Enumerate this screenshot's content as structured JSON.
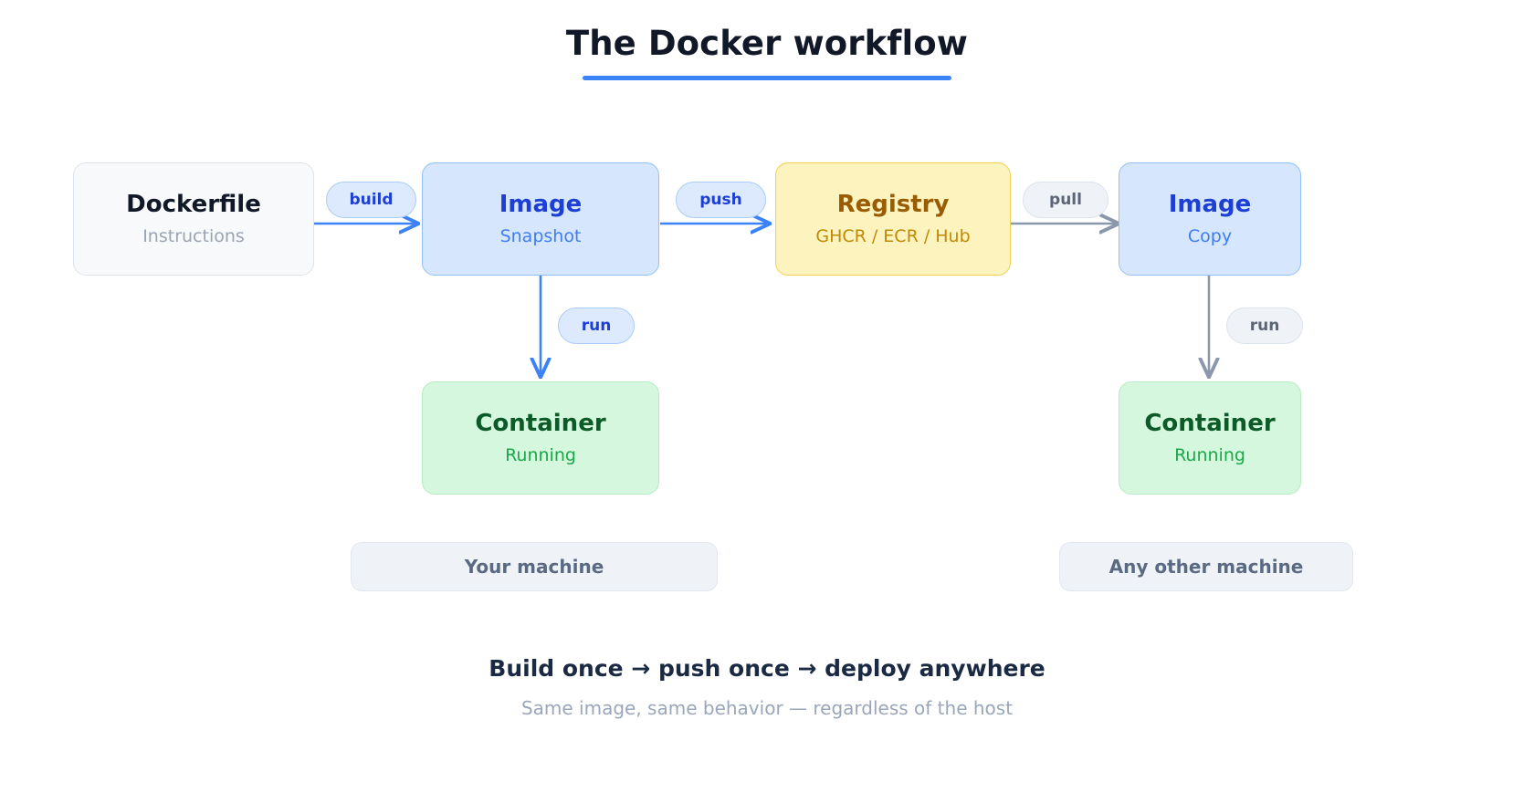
{
  "header": {
    "title": "The Docker workflow"
  },
  "colors": {
    "accent_blue": "#3b82f6",
    "edge_blue": "#3b82f6",
    "edge_gray": "#8b98ab",
    "image_fill": "#d6e6fd",
    "image_border": "#93c0f7",
    "registry_fill": "#fdf3bf",
    "registry_border": "#f0d14f",
    "container_fill": "#d5f7dd",
    "container_border": "#b8ecc6",
    "dockerfile_fill": "#f7f9fb",
    "dockerfile_border": "#dfe5ec",
    "title_text": "#111827",
    "muted_text": "#9aa7ba"
  },
  "nodes": [
    {
      "id": "dockerfile",
      "title": "Dockerfile",
      "subtitle": "Instructions"
    },
    {
      "id": "image-local",
      "title": "Image",
      "subtitle": "Snapshot"
    },
    {
      "id": "registry",
      "title": "Registry",
      "subtitle": "GHCR / ECR / Hub"
    },
    {
      "id": "image-remote",
      "title": "Image",
      "subtitle": "Copy"
    },
    {
      "id": "container-local",
      "title": "Container",
      "subtitle": "Running"
    },
    {
      "id": "container-remote",
      "title": "Container",
      "subtitle": "Running"
    }
  ],
  "edges": [
    {
      "id": "build",
      "label": "build",
      "style": "blue",
      "from": "dockerfile",
      "to": "image-local"
    },
    {
      "id": "push",
      "label": "push",
      "style": "blue",
      "from": "image-local",
      "to": "registry"
    },
    {
      "id": "pull",
      "label": "pull",
      "style": "gray",
      "from": "registry",
      "to": "image-remote"
    },
    {
      "id": "run-left",
      "label": "run",
      "style": "blue",
      "from": "image-local",
      "to": "container-local"
    },
    {
      "id": "run-right",
      "label": "run",
      "style": "gray",
      "from": "image-remote",
      "to": "container-remote"
    }
  ],
  "zones": [
    {
      "id": "your-machine",
      "label": "Your machine"
    },
    {
      "id": "any-other-machine",
      "label": "Any other machine"
    }
  ],
  "footer": {
    "headline": "Build once → push once → deploy anywhere",
    "subtext": "Same image, same behavior — regardless of the host"
  }
}
